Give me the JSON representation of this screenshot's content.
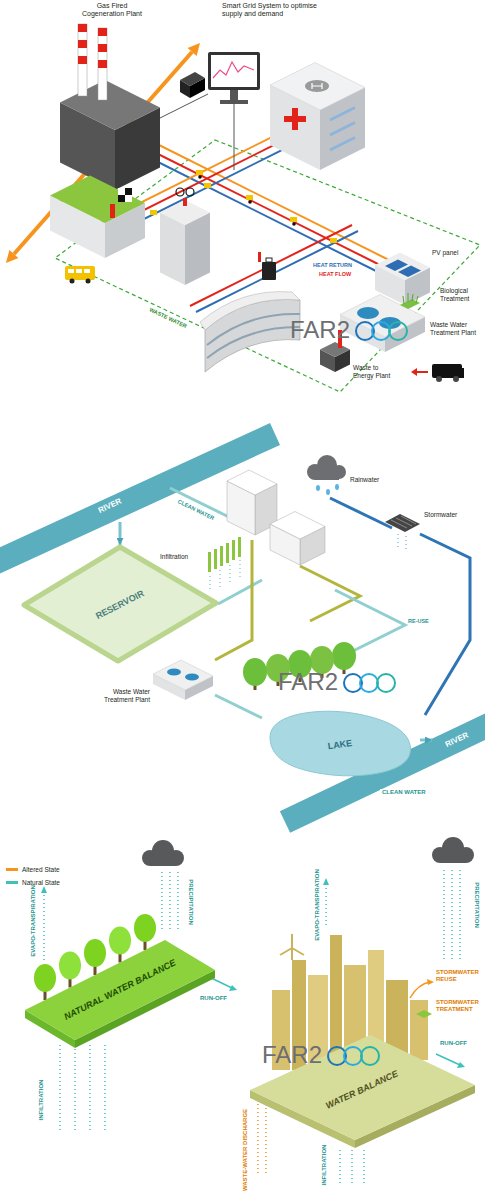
{
  "diagram": {
    "nodes": [
      {
        "text": [
          "RIVER"
        ]
      },
      {
        "text": [
          "RESERVOIR"
        ]
      },
      {
        "text": [
          "LAKE"
        ]
      },
      {
        "text": [
          "RIVER"
        ]
      },
      {
        "text": [
          "NATURAL WATER BALANCE"
        ]
      },
      {
        "text": [
          "WATER BALANCE"
        ]
      }
    ],
    "edges": [
      {
        "from": 0,
        "to": 1,
        "arrow": "to"
      },
      {
        "from": 2,
        "to": 3,
        "label": "CLEAN WATER",
        "arrow": "to"
      }
    ],
    "labels": [
      "Gas Fired Cogeneration Plant",
      "Smart Grid System to optimise supply and demand",
      "PV panel",
      "Biological Treatment",
      "Waste Water Treatment Plant",
      "Waste to Energy Plant",
      "HEAT RETURN",
      "HEAT FLOW",
      "WASTE WATER",
      "FAR2",
      "CLEAN WATER",
      "Rainwater",
      "Stormwater",
      "Infiltration",
      "Waste Water Treatment Plant",
      "RE-USE",
      "FAR2",
      "EVAPO-TRANSPIRATION",
      "PRECIPITATION",
      "RUN-OFF",
      "INFILTRATION",
      "EVAPO-TRANSPIRATION",
      "PRECIPITATION",
      "STORMWATER REUSE",
      "STORMWATER TREATMENT",
      "RUN-OFF",
      "WASTE-WATER DISCHARGE",
      "INFILTRATION",
      "FAR2"
    ],
    "legend": [
      {
        "text": "Altered State",
        "color": "#f7941d"
      },
      {
        "text": "Natural State",
        "color": "#3ec1bb"
      }
    ]
  }
}
